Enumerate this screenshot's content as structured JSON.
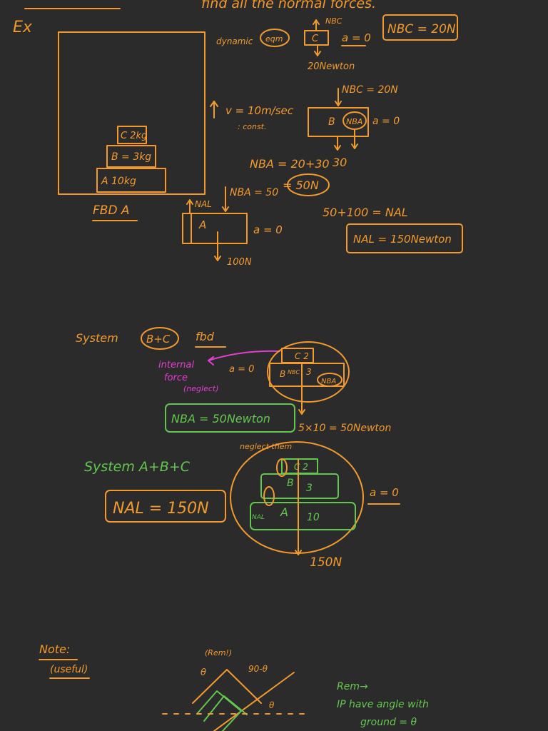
{
  "title": "find all the normal forces.",
  "ex_label": "Ex",
  "blocks": {
    "c": "C 2kg",
    "b": "B = 3kg",
    "a": "A    10kg"
  },
  "velocity": {
    "line1": "v = 10m/sec",
    "line2": ": const."
  },
  "fbd_a_label": "FBD A",
  "c_fbd": {
    "dynamic": "dynamic",
    "eqm": "eqm",
    "block": "C",
    "n_bc_top": "NBC",
    "accel": "a = 0",
    "weight": "20Newton",
    "result": "NBC = 20N"
  },
  "b_fbd": {
    "n_bc": "NBC = 20N",
    "block": "B",
    "n_ba": "NBA",
    "accel": "a = 0",
    "eq1": "NBA = 20+30",
    "thirty": "30",
    "eq2": "= 50N"
  },
  "a_fbd": {
    "n_al": "NAL",
    "n_ba": "NBA = 50",
    "block": "A",
    "accel": "a = 0",
    "weight": "100N",
    "sum": "50+100 = NAL",
    "result": "NAL = 150Newton"
  },
  "system_bc": {
    "label": "System",
    "bubble": "B+C",
    "fbd": "fbd",
    "internal": [
      "internal",
      "force",
      "(neglect)"
    ],
    "accel": "a = 0",
    "box_c": "C 2",
    "box_b": "B",
    "three": "3",
    "nbc": "NBC",
    "nba": "NBA",
    "result": "NBA = 50Newton",
    "weight": "5×10 = 50Newton"
  },
  "system_abc": {
    "label": "System  A+B+C",
    "neglect": "neglect them",
    "c": "C 2",
    "b": "B",
    "three": "3",
    "a": "A",
    "ten": "10",
    "nal": "NAL",
    "accel": "a = 0",
    "result": "NAL = 150N",
    "weight": "150N"
  },
  "note": {
    "title": "Note:",
    "sub": "(useful)",
    "rem_small": "(Rem!)",
    "theta": "θ",
    "ninety": "90-θ",
    "rem": "Rem→",
    "line1": "IP have angle with",
    "line2": "ground = θ"
  }
}
